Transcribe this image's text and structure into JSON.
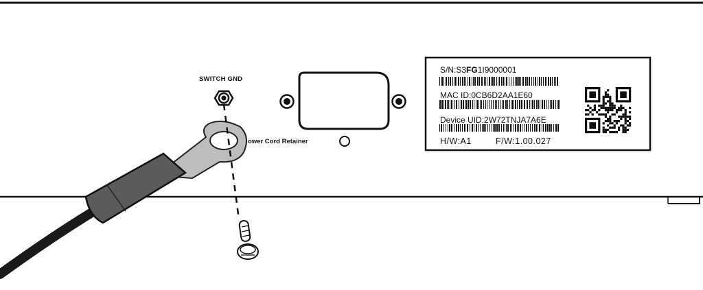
{
  "ground_label": "SWITCH GND",
  "retainer_label": "ower Cord Retainer",
  "device_label": {
    "serial_prefix": "S/N:S3",
    "serial_bold": "FG",
    "serial_suffix": "1I9000001",
    "mac": "MAC ID:0CB6D2AA1E60",
    "device_uid": "Device UID:2W72TNJA7A6E",
    "hardware_version": "H/W:A1",
    "firmware_version": "F/W:1.00.027"
  },
  "colors": {
    "ink": "#111111",
    "lug": "#bdbdbd",
    "cable": "#1a1a1a",
    "sleeve": "#5b5b5b",
    "background": "#ffffff"
  }
}
